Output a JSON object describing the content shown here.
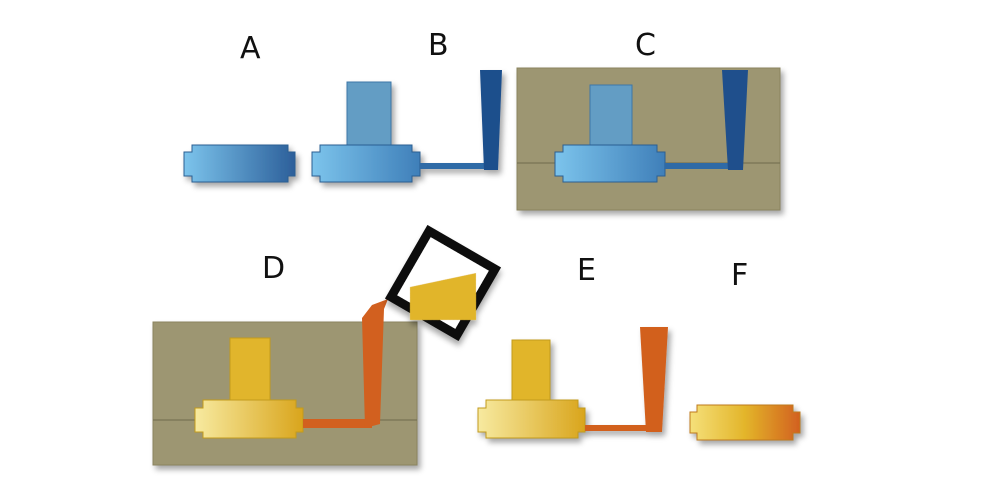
{
  "labels": {
    "a": "A",
    "b": "B",
    "c": "C",
    "d": "D",
    "e": "E",
    "f": "F"
  },
  "colors": {
    "pattern_blue": "#5b9fc8",
    "pattern_dark_blue": "#1f4f8c",
    "mold_sand": "#9d9672",
    "molten_metal": "#d2601f",
    "casting_gold": "#e3b52a",
    "ladle": "#111111"
  }
}
